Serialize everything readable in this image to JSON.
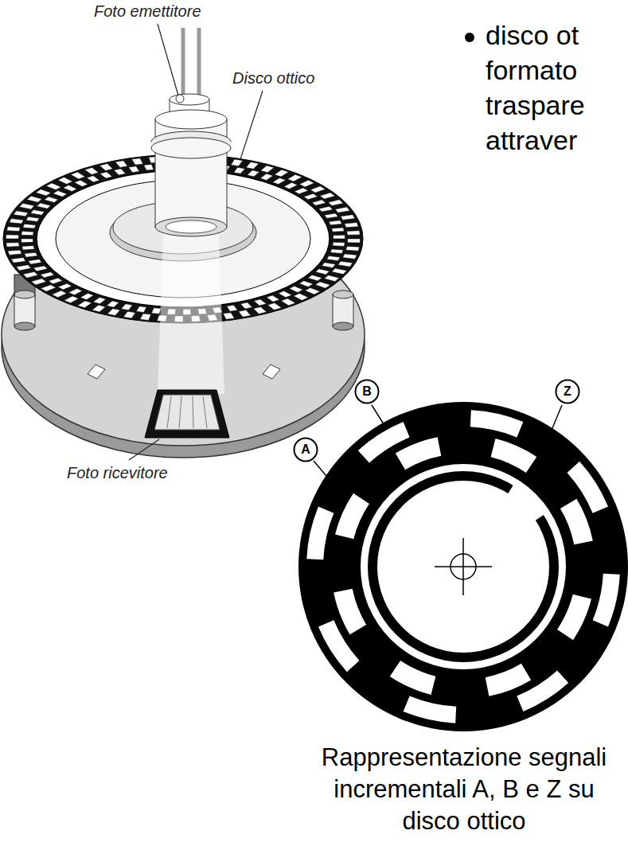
{
  "diagram": {
    "caption": "Rappresentazione segnali incrementali A, B e Z su disco ottico",
    "nodes": [
      {
        "text": [
          "A"
        ]
      },
      {
        "text": [
          "B"
        ]
      },
      {
        "text": [
          "Z"
        ]
      }
    ],
    "labels": [
      "Foto emettitore",
      "Disco ottico",
      "Foto ricevitore",
      "disco ot formato traspare attraver"
    ]
  }
}
